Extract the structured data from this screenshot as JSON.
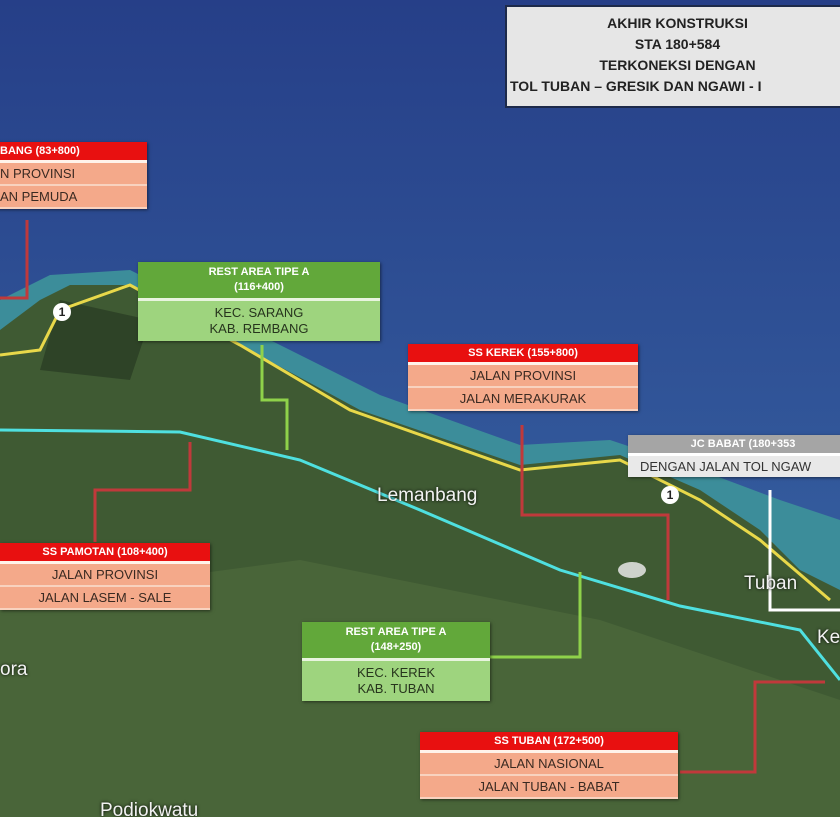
{
  "info_box": {
    "lines": [
      "AKHIR KONSTRUKSI",
      "STA 180+584",
      "TERKONEKSI DENGAN",
      "TOL TUBAN – GRESIK DAN NGAWI - I"
    ]
  },
  "callouts": {
    "rembang": {
      "title": "BANG (83+800)",
      "rows": [
        "N PROVINSI",
        "AN PEMUDA"
      ]
    },
    "rest_sarang": {
      "title": "REST AREA TIPE A",
      "sta": "(116+400)",
      "rows": [
        "KEC. SARANG",
        "KAB. REMBANG"
      ]
    },
    "kerek": {
      "title": "SS KEREK (155+800)",
      "rows": [
        "JALAN PROVINSI",
        "JALAN MERAKURAK"
      ]
    },
    "babat": {
      "title": "JC BABAT (180+353",
      "rows": [
        "DENGAN JALAN TOL NGAW"
      ]
    },
    "pamotan": {
      "title": "SS PAMOTAN (108+400)",
      "rows": [
        "JALAN PROVINSI",
        "JALAN LASEM - SALE"
      ]
    },
    "rest_kerek": {
      "title": "REST AREA TIPE A",
      "sta": "(148+250)",
      "rows": [
        "KEC. KEREK",
        "KAB. TUBAN"
      ]
    },
    "tuban": {
      "title": "SS TUBAN (172+500)",
      "rows": [
        "JALAN NASIONAL",
        "JALAN TUBAN - BABAT"
      ]
    }
  },
  "places": {
    "lemanbang": "Lemanbang",
    "tuban": "Tuban",
    "ke": "Ke",
    "ora": "ora",
    "podiokwatu": "Podiokwatu"
  },
  "road_shields": [
    "1",
    "1"
  ],
  "colors": {
    "toll_route": "#4fe0e0",
    "road": "#e8d84a",
    "ss_box": "#e81010",
    "rest_area": "#62a83a",
    "junction": "#a5a5a5"
  }
}
